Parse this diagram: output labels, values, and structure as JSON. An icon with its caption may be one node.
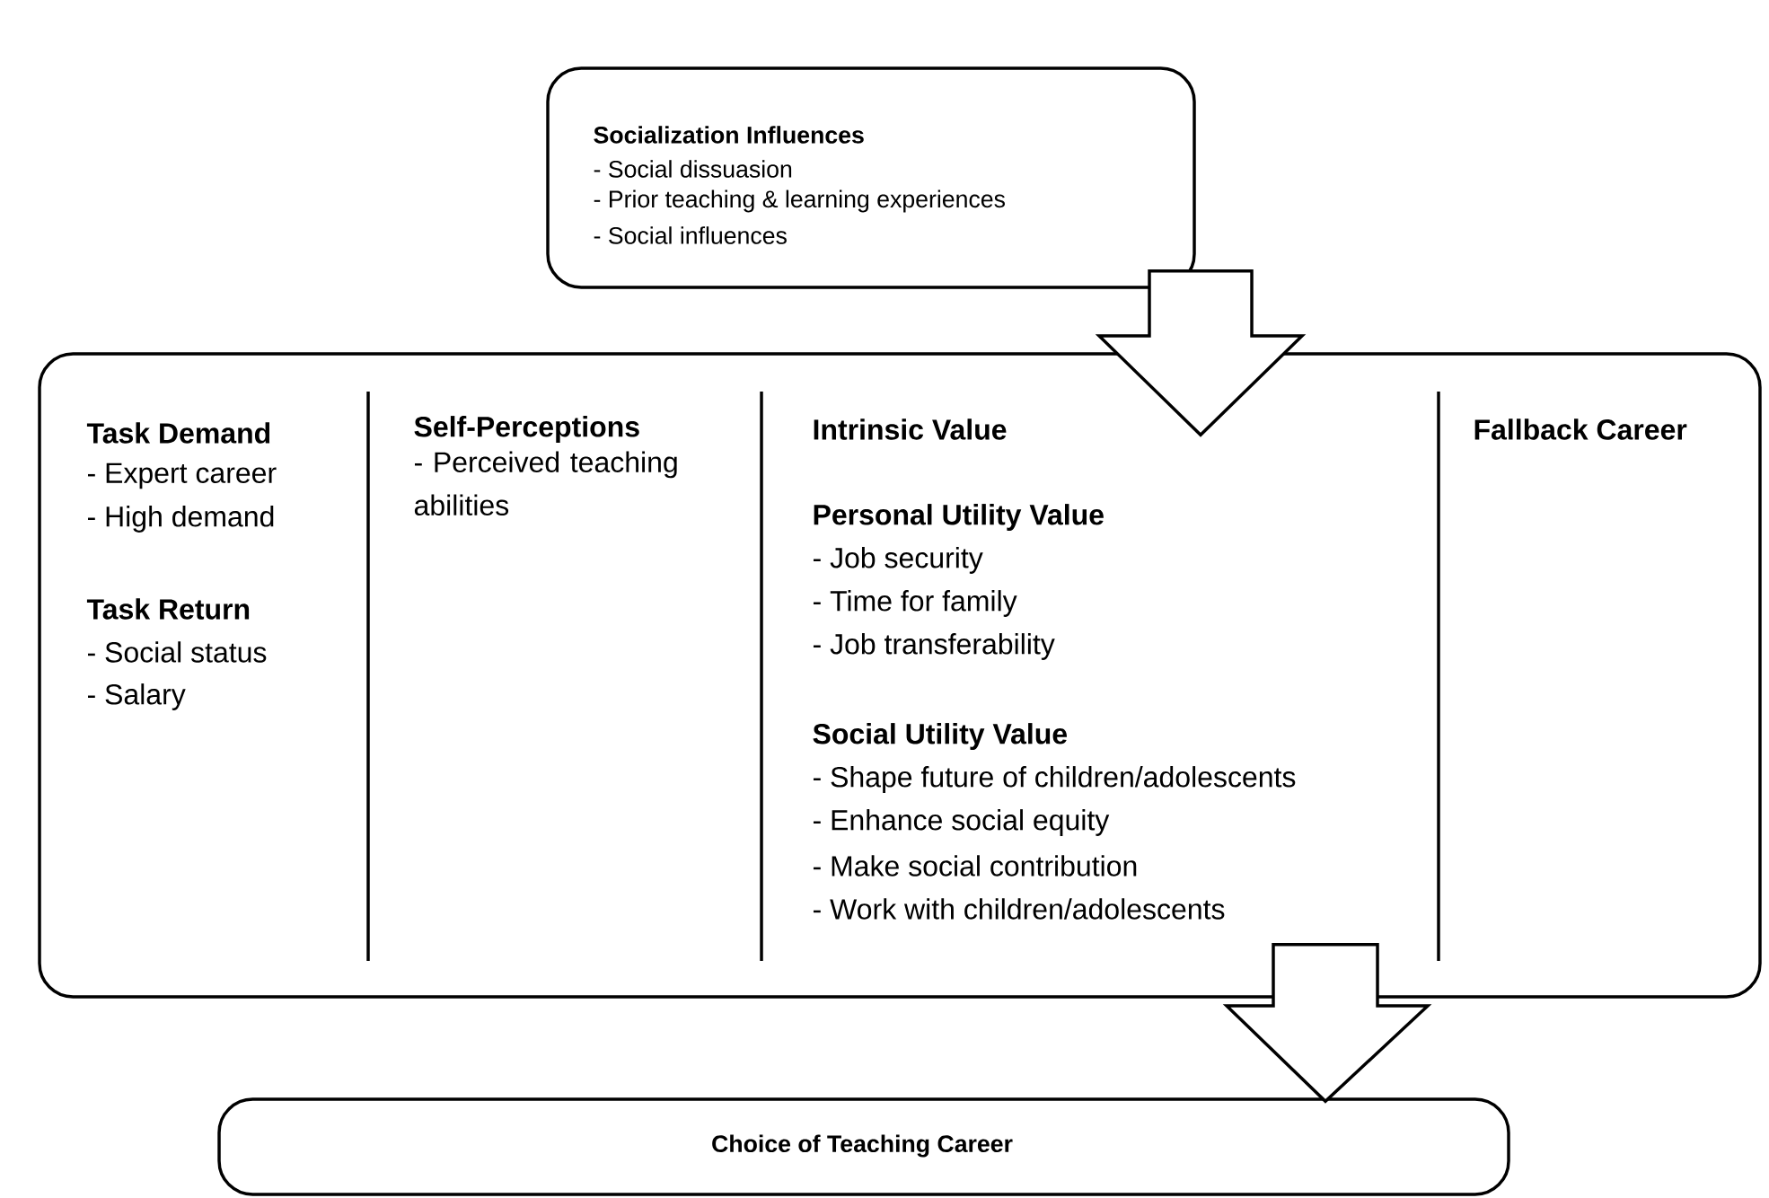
{
  "diagram": {
    "nodes": [
      {
        "text": [
          "Socialization Influences",
          "- Social dissuasion",
          "- Prior teaching & learning experiences",
          "- Social influences"
        ]
      },
      {
        "text": [
          "Task Demand",
          "- Expert career",
          "- High demand",
          "Task Return",
          "- Social status",
          "- Salary",
          "Self-Perceptions",
          "- Perceived teaching abilities",
          "Intrinsic Value",
          "Personal Utility Value",
          "- Job security",
          "- Time for family",
          "- Job transferability",
          "Social Utility Value",
          "- Shape future of children/adolescents",
          "- Enhance social equity",
          "- Make social contribution",
          "- Work with children/adolescents",
          "Fallback Career"
        ]
      },
      {
        "text": [
          "Choice of Teaching Career"
        ]
      }
    ],
    "edges": [
      {
        "from": 0,
        "to": 1,
        "arrow": "to"
      },
      {
        "from": 1,
        "to": 2,
        "arrow": "to"
      }
    ]
  }
}
